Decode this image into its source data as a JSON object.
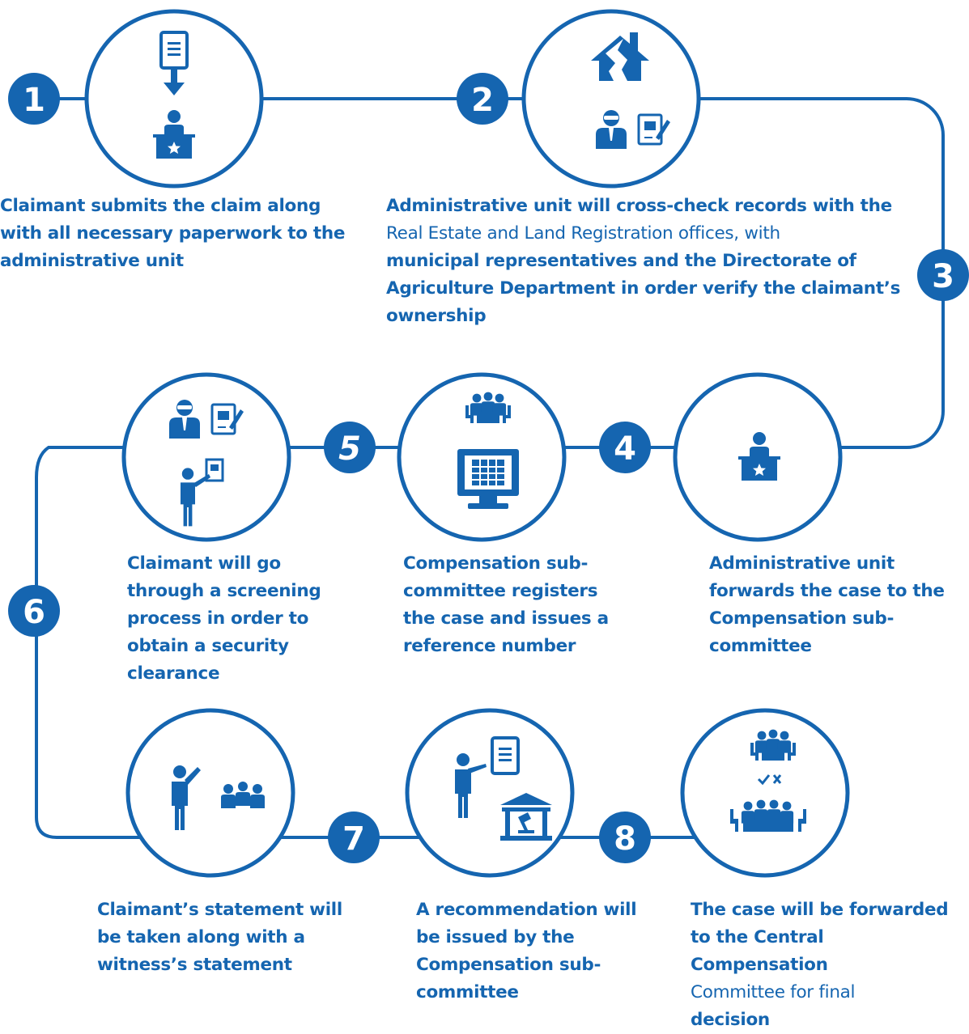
{
  "brand_color": "#1565b0",
  "steps": [
    {
      "number": "1",
      "icons": [
        "document-icon",
        "arrow-down-icon",
        "official-at-desk-icon"
      ],
      "text": {
        "bold_1": "Claimant submits the claim along with all necessary paperwork to the administrative unit"
      }
    },
    {
      "number": "2",
      "icons": [
        "damaged-house-icon",
        "official-icon",
        "signed-document-icon"
      ],
      "text": {
        "bold_1": "Administrative unit will cross-check records with the",
        "normal": "Real Estate and Land Registration offices, with",
        "bold_2": "municipal representatives and the Directorate of Agriculture Department in order verify the claimant’s ownership"
      }
    },
    {
      "number": "3",
      "icons": [],
      "text": {}
    },
    {
      "number": "4",
      "icons": [
        "official-at-desk-icon"
      ],
      "text": {
        "bold_1": "Administrative unit forwards the case to the Compensation sub-committee"
      }
    },
    {
      "number": "5",
      "icons": [
        "meeting-icon",
        "computer-table-icon"
      ],
      "text": {
        "bold_1": "Compensation sub-committee registers the case and issues a reference number"
      }
    },
    {
      "number": "6",
      "icons": [
        "official-icon",
        "signed-document-icon",
        "claimant-presenting-document-icon"
      ],
      "text": {
        "bold_1": "Claimant will go through a screening process in order to obtain a security clearance"
      }
    },
    {
      "number": "7",
      "icons": [
        "claimant-speaking-icon",
        "witnesses-group-icon"
      ],
      "text": {
        "bold_1": "Claimant’s statement will be taken along with a witness’s statement"
      }
    },
    {
      "number": "8",
      "icons": [
        "presenter-icon",
        "document-icon",
        "court-gavel-icon"
      ],
      "text": {
        "bold_1": "A recommendation will be issued by the Compensation sub-committee"
      }
    },
    {
      "number": "",
      "icons": [
        "committee-meeting-icon",
        "check-cross-icon",
        "large-committee-icon"
      ],
      "text": {
        "bold_1": "The case will be forwarded to the Central Compensation",
        "normal": "Committee for final",
        "bold_2": "decision"
      }
    }
  ]
}
